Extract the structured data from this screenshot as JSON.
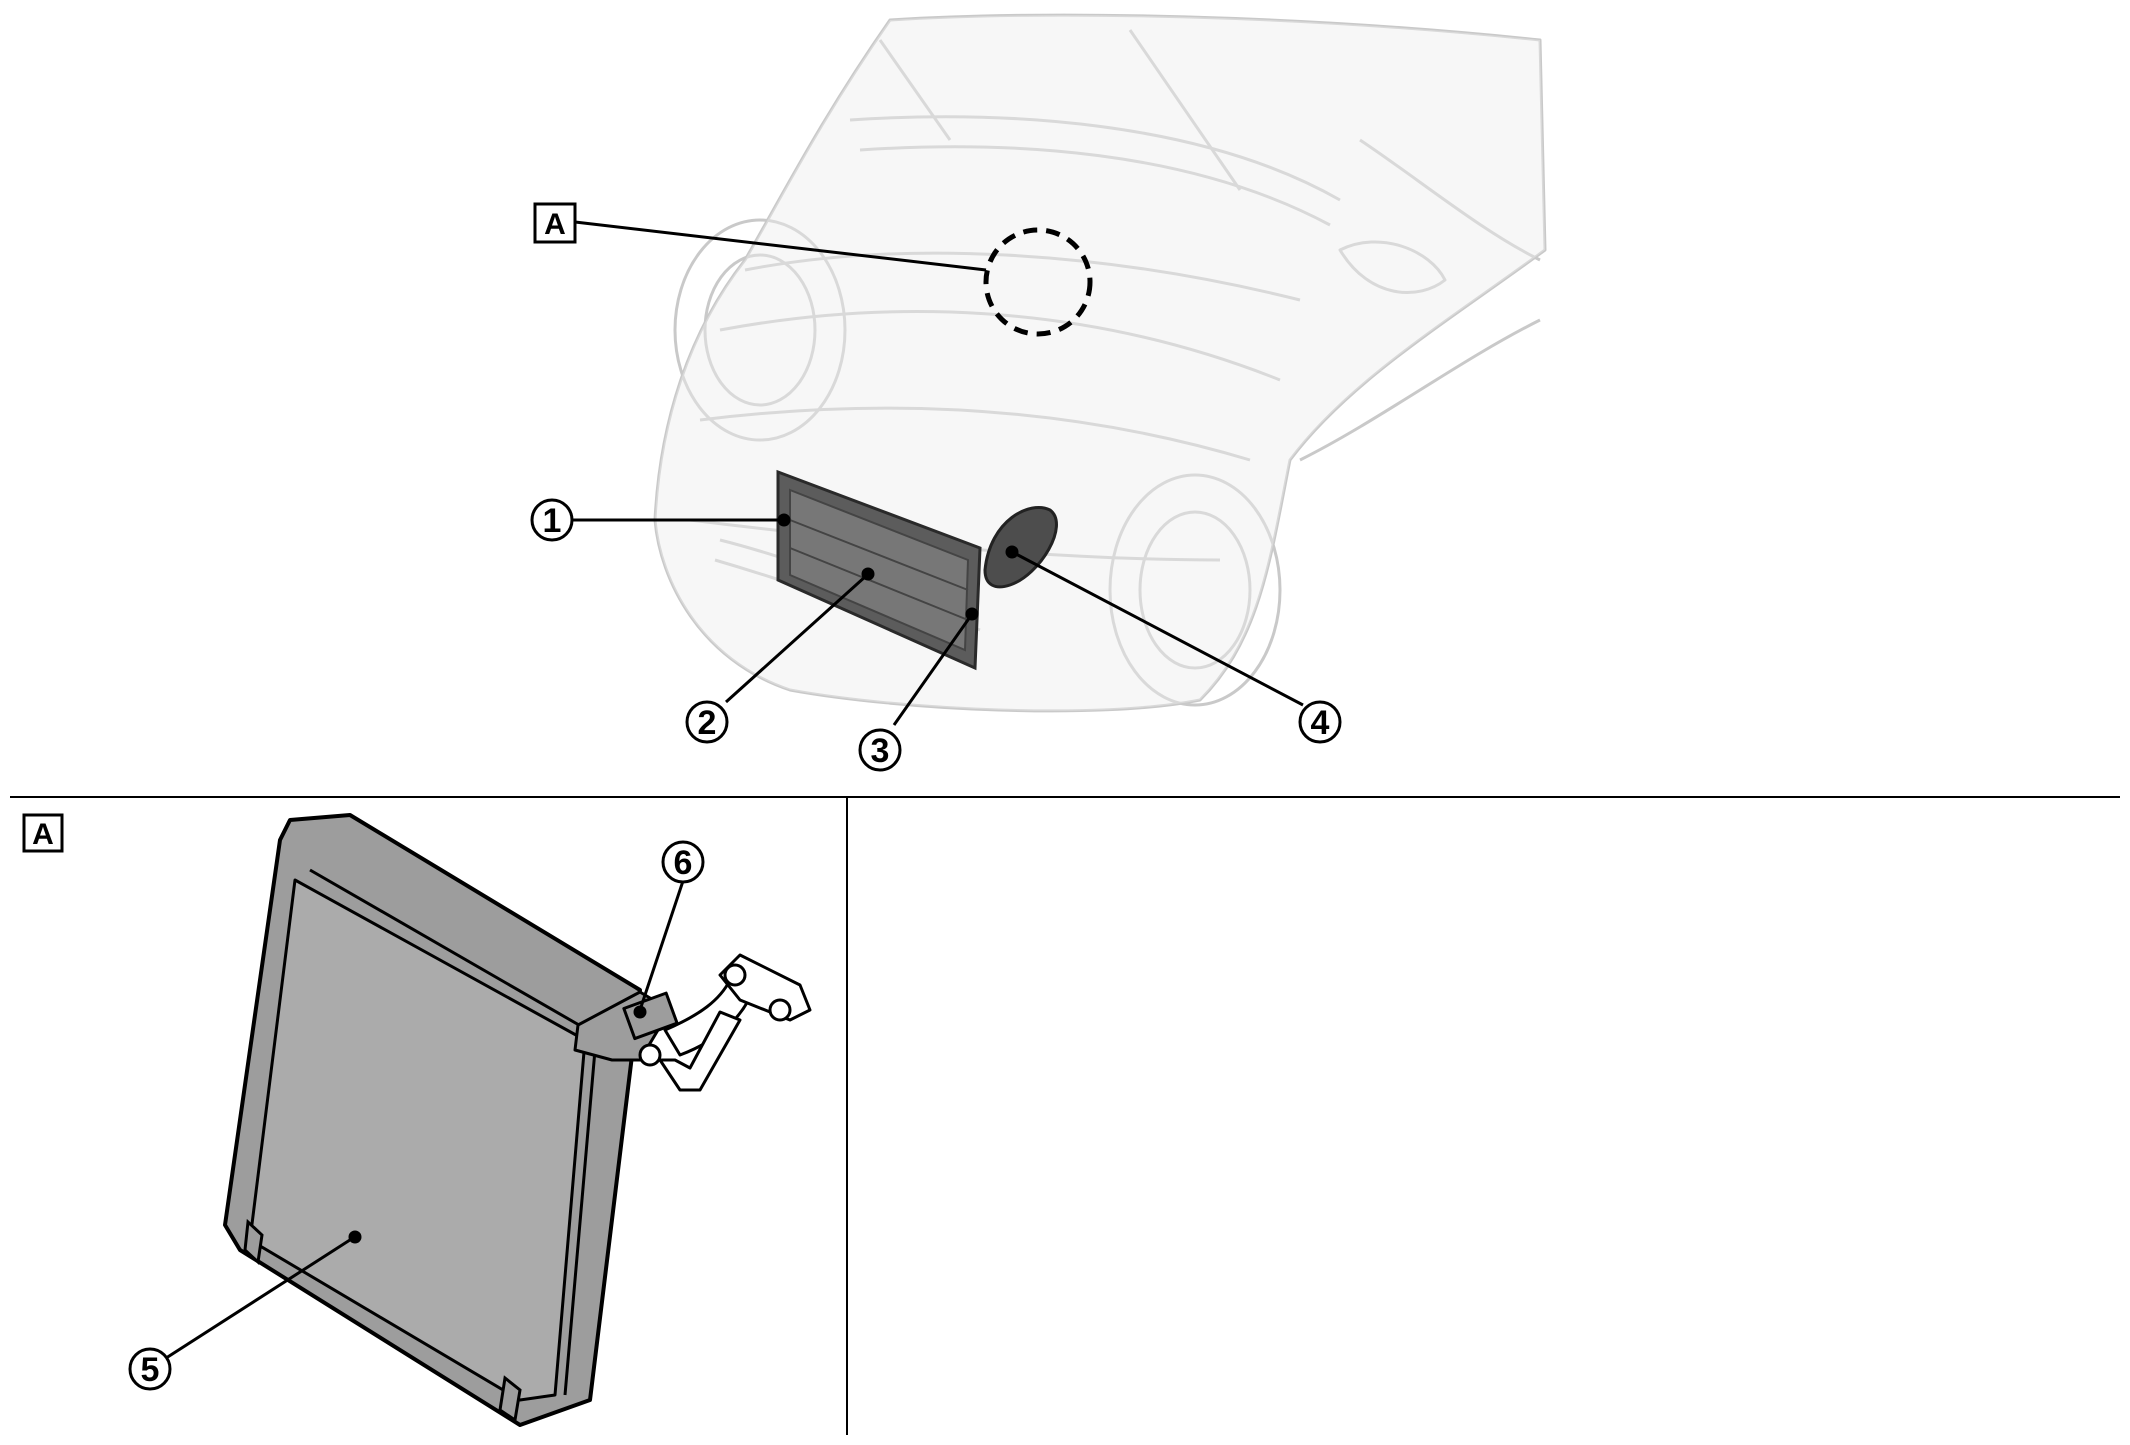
{
  "view_labels": {
    "main": "A",
    "detail": "A"
  },
  "callouts": [
    {
      "id": "1",
      "text": "①"
    },
    {
      "id": "2",
      "text": "②"
    },
    {
      "id": "3",
      "text": "③"
    },
    {
      "id": "4",
      "text": "④"
    },
    {
      "id": "5",
      "text": "⑤"
    },
    {
      "id": "6",
      "text": "⑥"
    }
  ],
  "colors": {
    "line": "#000000",
    "ghost": "#c9c9c9",
    "part": "#555555",
    "evaporator": "#a9a9a9"
  }
}
